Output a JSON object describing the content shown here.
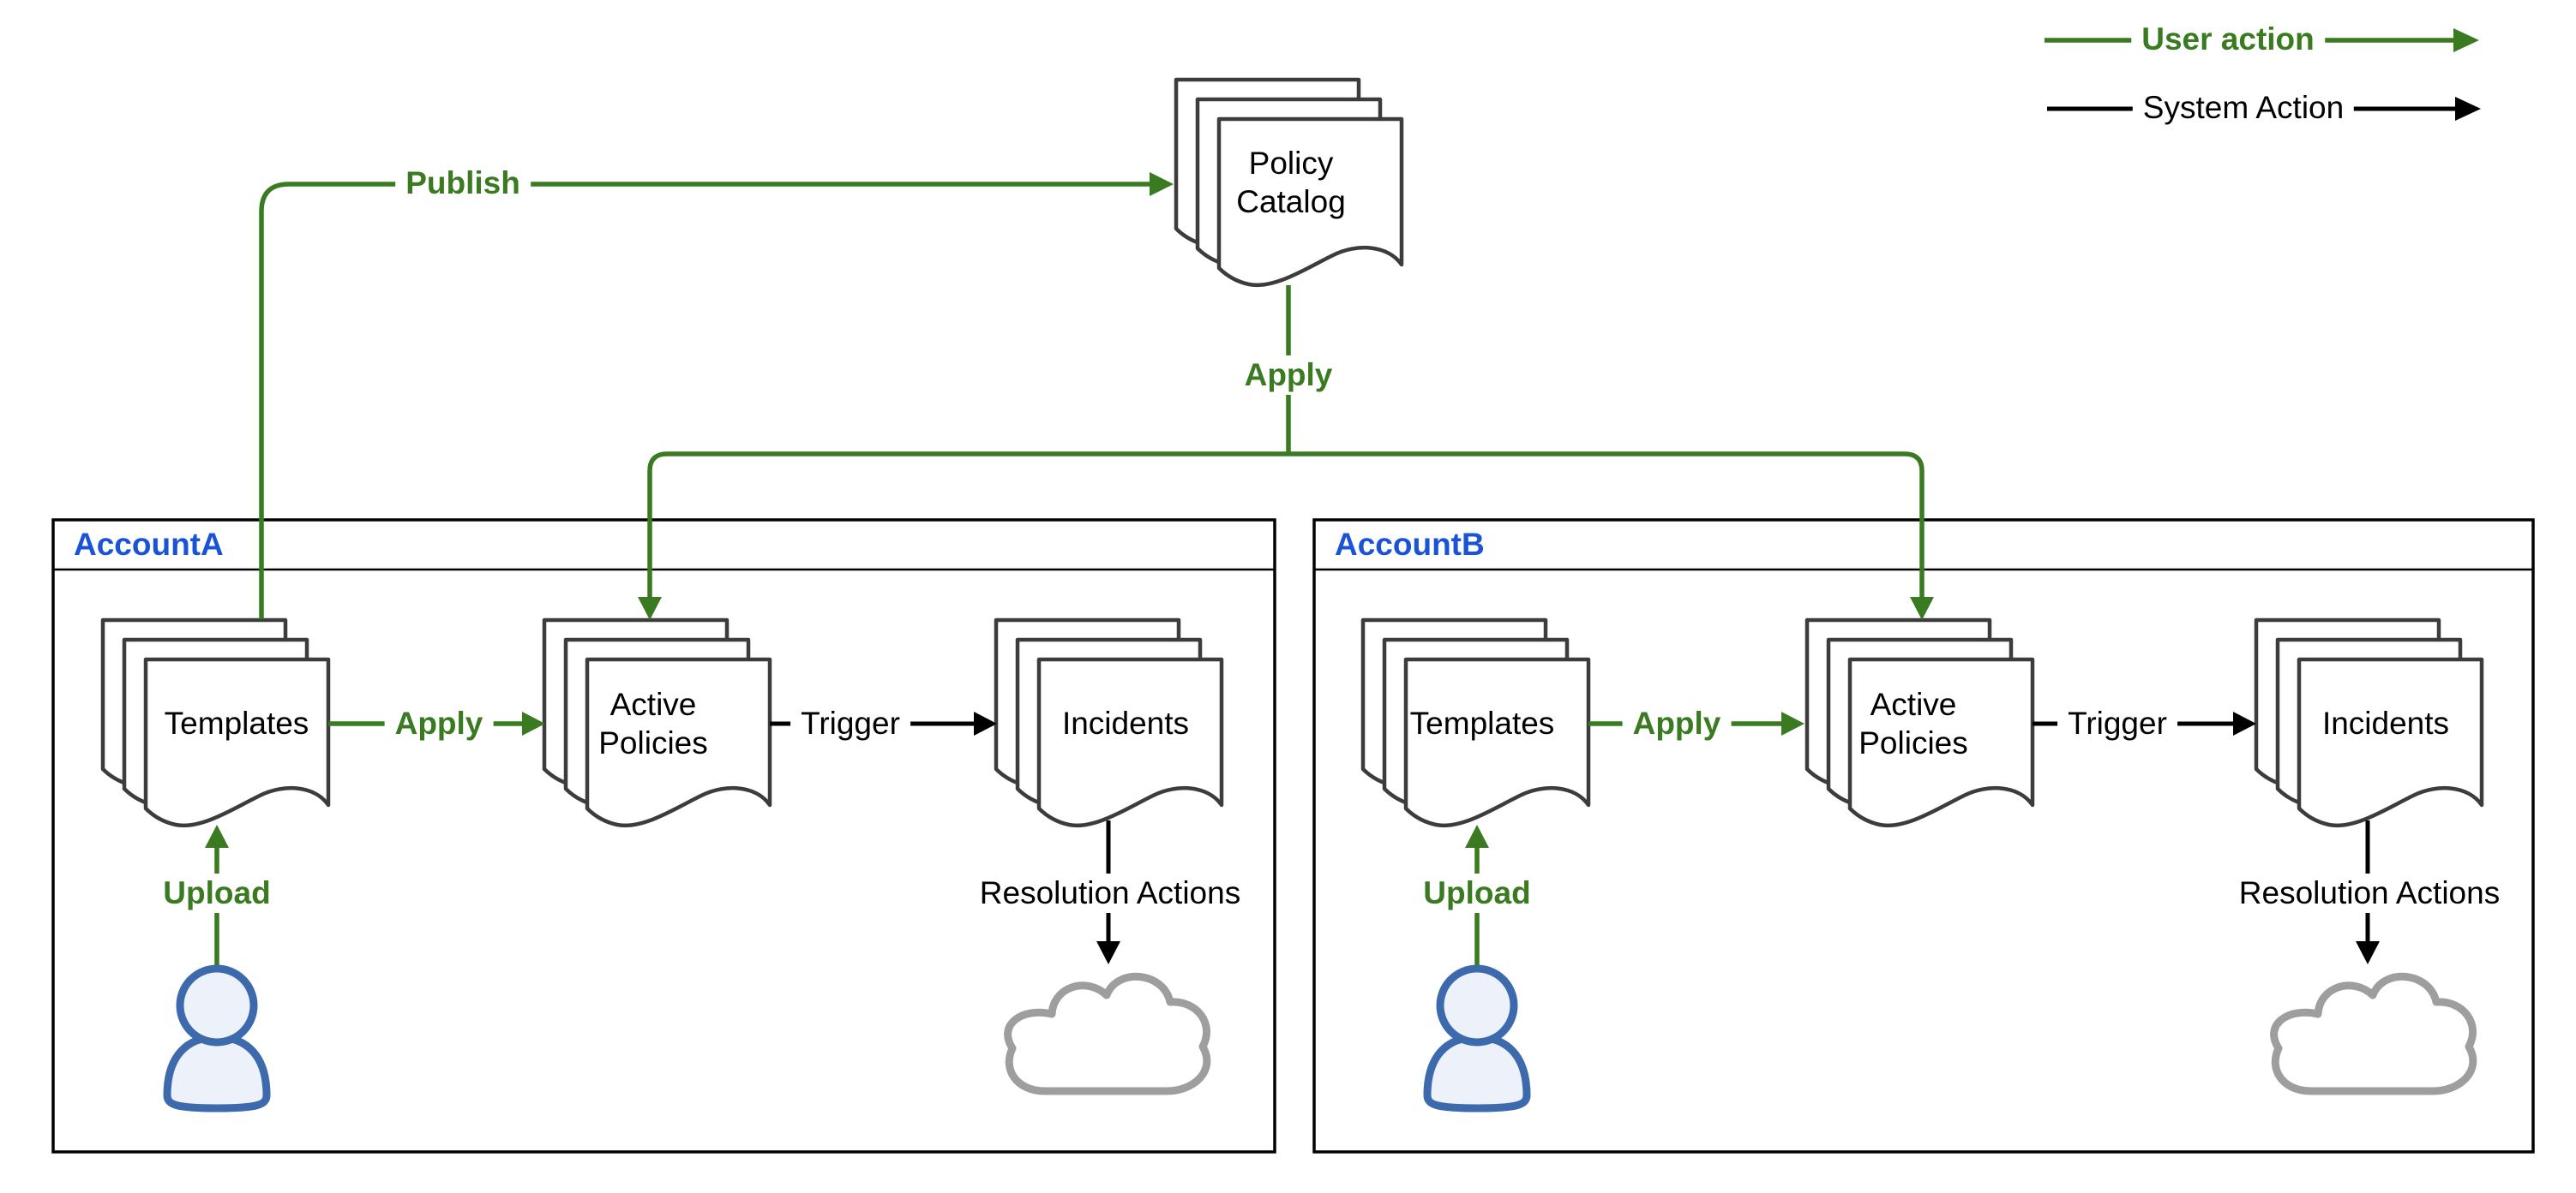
{
  "legend": {
    "user_action_label": "User action",
    "system_action_label": "System Action"
  },
  "policy_catalog_label": "Policy Catalog",
  "actions": {
    "publish": "Publish",
    "apply": "Apply",
    "upload": "Upload",
    "trigger": "Trigger",
    "resolution_actions": "Resolution Actions"
  },
  "accounts": [
    {
      "label": "AccountA",
      "templates_label": "Templates",
      "active_policies_label": "Active Policies",
      "incidents_label": "Incidents"
    },
    {
      "label": "AccountB",
      "templates_label": "Templates",
      "active_policies_label": "Active Policies",
      "incidents_label": "Incidents"
    }
  ],
  "colors": {
    "user_action_green": "#3a7a21",
    "system_action_black": "#000000",
    "account_label_blue": "#1a53d6",
    "person_blue": "#3d69ad",
    "cloud_gray": "#9e9e9e",
    "document_outline": "#3c3c3c"
  }
}
